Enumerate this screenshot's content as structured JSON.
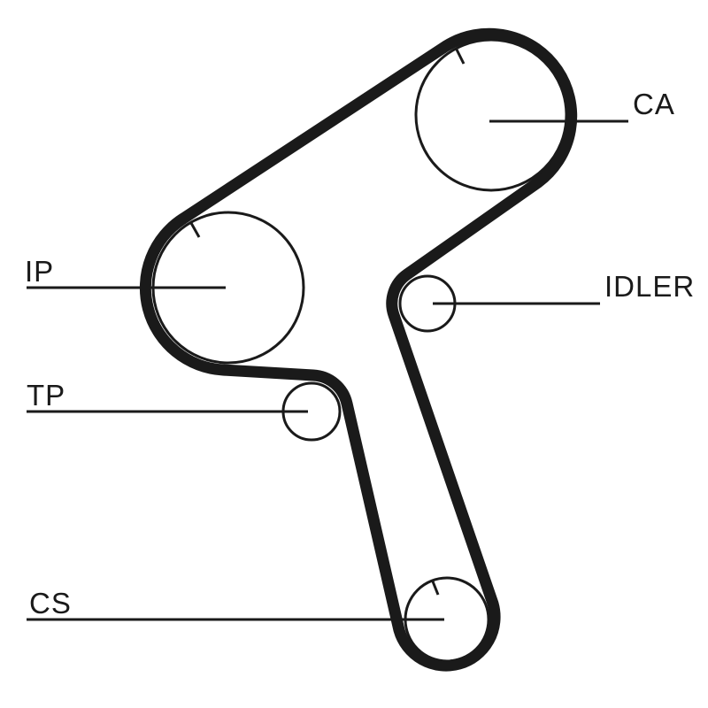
{
  "diagram": {
    "type": "timing-belt-routing-diagram",
    "background": "#ffffff",
    "line_color": "#1a1a1a",
    "labels": {
      "ca": "CA",
      "ip": "IP",
      "idler": "IDLER",
      "tp": "TP",
      "cs": "CS"
    }
  }
}
